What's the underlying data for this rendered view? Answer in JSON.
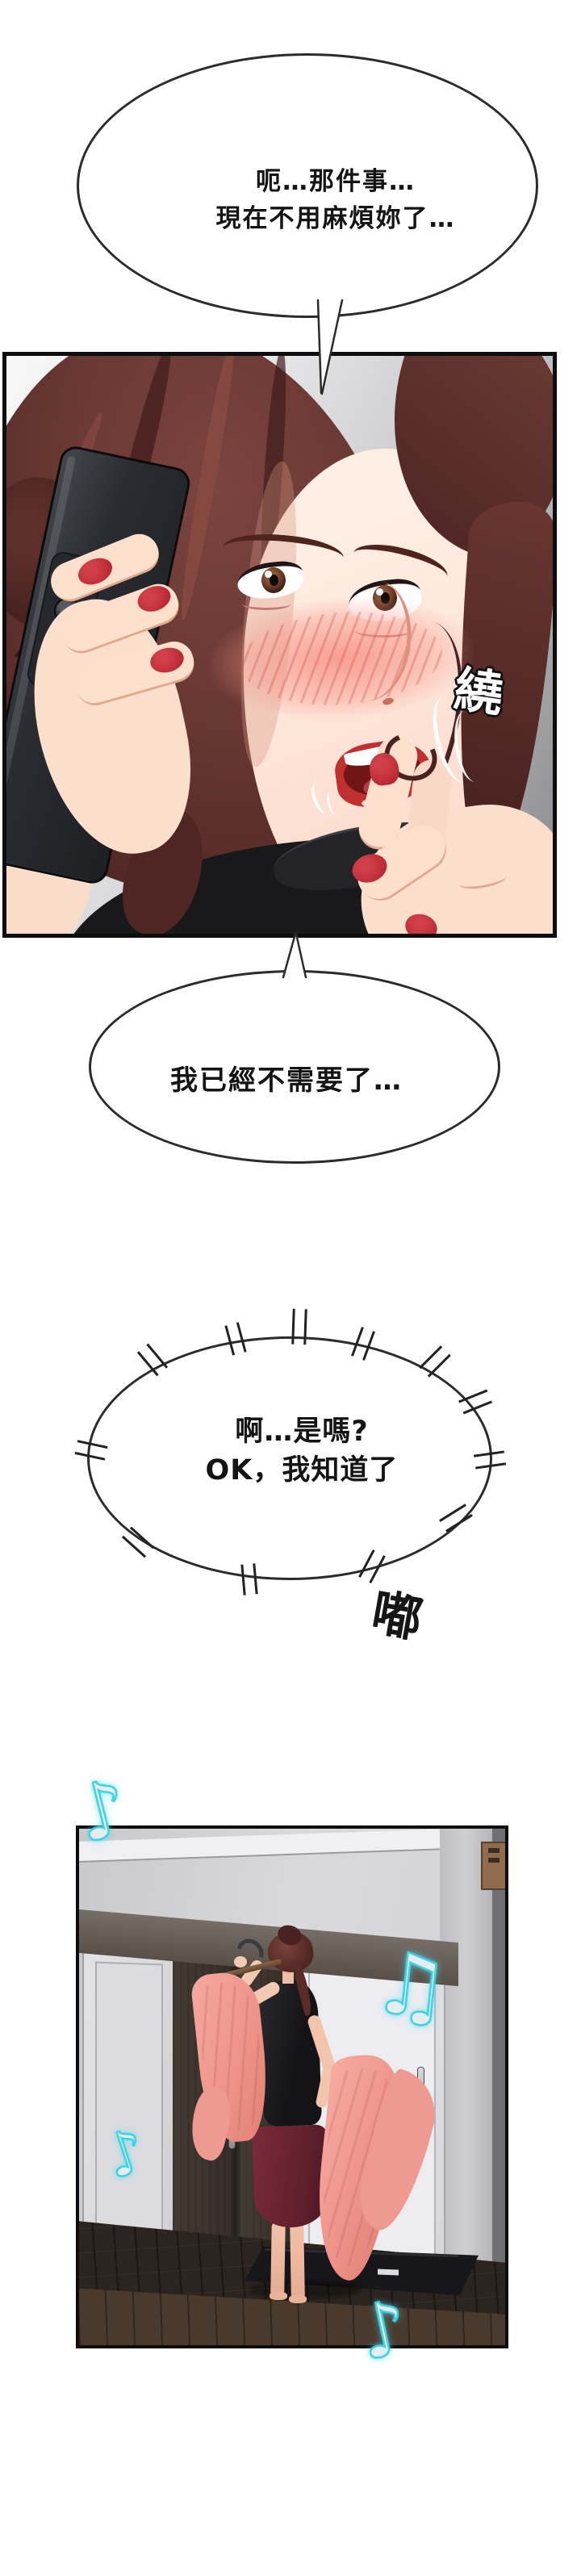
{
  "comic": {
    "bubble1": {
      "line1": "呃…那件事…",
      "line2": "現在不用麻煩妳了…"
    },
    "bubble2": {
      "line1": "我已經不需要了…"
    },
    "bubble3": {
      "line1": "啊…是嗎?",
      "line2": "OK，我知道了"
    },
    "sfx": {
      "hair_twirl": "繞",
      "phone_hang_up": "嘟"
    },
    "music_notes": {
      "eighth_note": "♪",
      "beamed_note": "♫"
    },
    "colors": {
      "note_teal": "#3fd2e4",
      "hair_auburn": "#64332f",
      "skin": "#fbe3d4",
      "blush_pink": "#f0978c",
      "lips_red": "#c13030",
      "nails_red": "#c8333c",
      "top_black": "#19191c",
      "skirt_maroon": "#6e2433",
      "garment_pink": "#ef9a90",
      "wardrobe_wood": "#362e29",
      "floor_dark": "#2b241f"
    }
  }
}
